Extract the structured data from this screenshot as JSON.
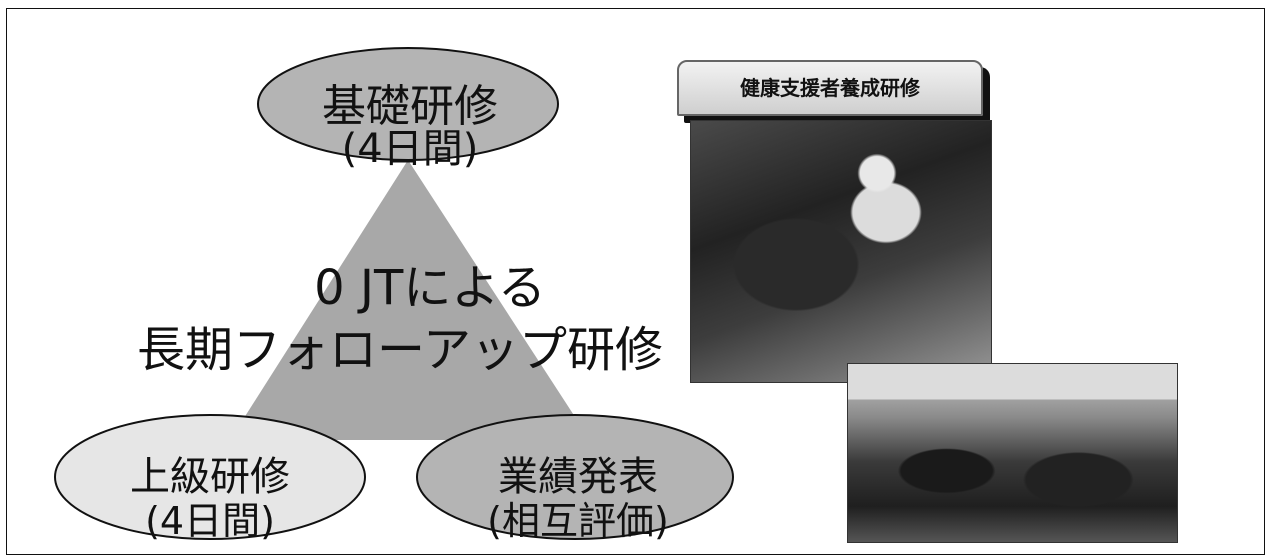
{
  "diagram": {
    "top_node": {
      "line1": "基礎研修",
      "line2": "(4日間)"
    },
    "bottom_left_node": {
      "line1": "上級研修",
      "line2": "(4日間)"
    },
    "bottom_right_node": {
      "line1": "業績発表",
      "line2": "(相互評価)"
    },
    "center": {
      "line1": "0 JTによる",
      "line2": "長期フォローアップ研修"
    }
  },
  "photos": {
    "title": "健康支援者養成研修"
  }
}
